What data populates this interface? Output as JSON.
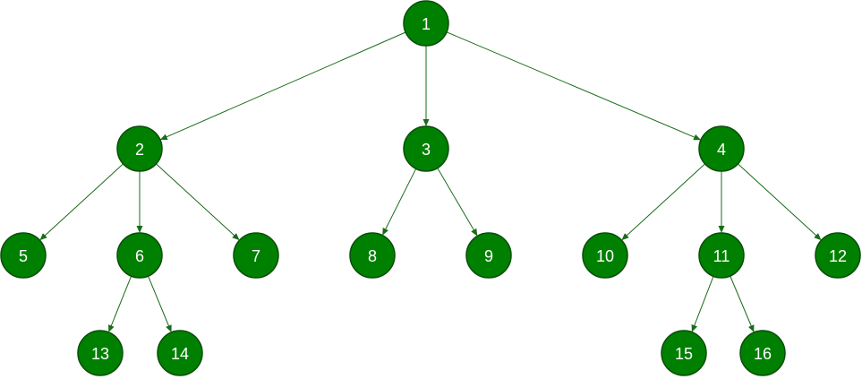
{
  "diagram": {
    "type": "tree",
    "colors": {
      "node_fill": "#008000",
      "node_stroke": "#0a4d0a",
      "edge": "#1a6b1a",
      "label": "#ffffff",
      "background": "#ffffff"
    },
    "nodes": [
      {
        "id": "1",
        "label": "1"
      },
      {
        "id": "2",
        "label": "2"
      },
      {
        "id": "3",
        "label": "3"
      },
      {
        "id": "4",
        "label": "4"
      },
      {
        "id": "5",
        "label": "5"
      },
      {
        "id": "6",
        "label": "6"
      },
      {
        "id": "7",
        "label": "7"
      },
      {
        "id": "8",
        "label": "8"
      },
      {
        "id": "9",
        "label": "9"
      },
      {
        "id": "10",
        "label": "10"
      },
      {
        "id": "11",
        "label": "11"
      },
      {
        "id": "12",
        "label": "12"
      },
      {
        "id": "13",
        "label": "13"
      },
      {
        "id": "14",
        "label": "14"
      },
      {
        "id": "15",
        "label": "15"
      },
      {
        "id": "16",
        "label": "16"
      }
    ],
    "edges": [
      {
        "from": "1",
        "to": "2"
      },
      {
        "from": "1",
        "to": "3"
      },
      {
        "from": "1",
        "to": "4"
      },
      {
        "from": "2",
        "to": "5"
      },
      {
        "from": "2",
        "to": "6"
      },
      {
        "from": "2",
        "to": "7"
      },
      {
        "from": "3",
        "to": "8"
      },
      {
        "from": "3",
        "to": "9"
      },
      {
        "from": "4",
        "to": "10"
      },
      {
        "from": "4",
        "to": "11"
      },
      {
        "from": "4",
        "to": "12"
      },
      {
        "from": "6",
        "to": "13"
      },
      {
        "from": "6",
        "to": "14"
      },
      {
        "from": "11",
        "to": "15"
      },
      {
        "from": "11",
        "to": "16"
      }
    ]
  }
}
